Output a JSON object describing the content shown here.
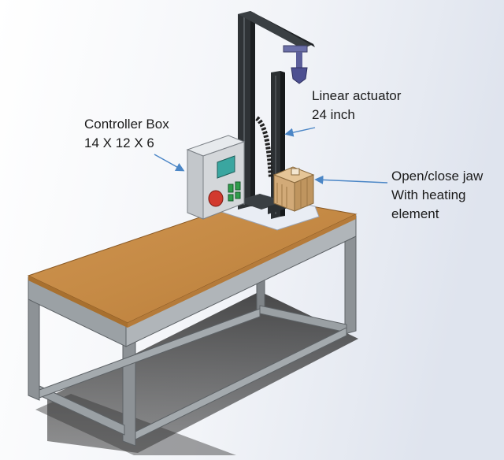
{
  "annotations": {
    "controller_box": {
      "line1": "Controller Box",
      "line2": "14 X 12 X 6"
    },
    "linear_actuator": {
      "line1": "Linear actuator",
      "line2": "24 inch"
    },
    "jaw": {
      "line1": "Open/close jaw",
      "line2": "With heating",
      "line3": "element"
    }
  },
  "colors": {
    "tabletop": "#c58a45",
    "frame": "#8d9296",
    "controller_box": "#d4d7da",
    "screen": "#3aa6a0",
    "estop_button": "#d23a2e",
    "green_buttons": "#2f9d4a",
    "actuator_frame": "#2f3336",
    "jaw_wood": "#d2aa78",
    "arrow": "#4b86c6"
  }
}
